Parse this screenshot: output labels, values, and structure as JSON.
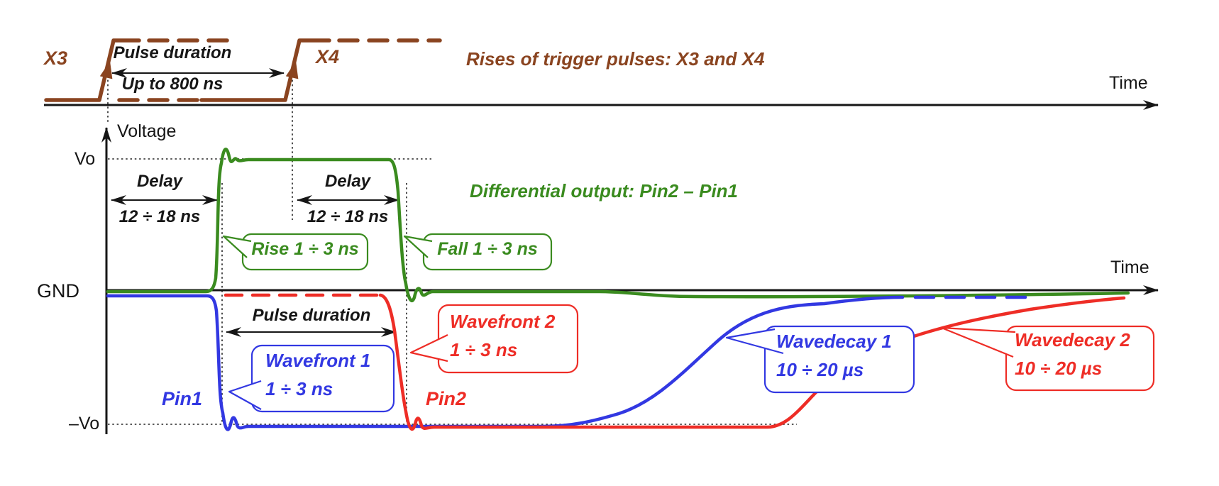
{
  "colors": {
    "brown": "#8a4420",
    "green": "#3a8b1f",
    "blue": "#3238e2",
    "red": "#ee2d26",
    "ink": "#161616"
  },
  "top_panel": {
    "x3_label": "X3",
    "x4_label": "X4",
    "pulse_duration_label": "Pulse duration",
    "pulse_duration_value": "Up to 800 ns",
    "title": "Rises of trigger pulses: X3 and X4",
    "time_label": "Time"
  },
  "output_panel": {
    "voltage_axis_label": "Voltage",
    "vo_label": "Vo",
    "gnd_label": "GND",
    "neg_vo_label": "–Vo",
    "time_label": "Time",
    "title": "Differential output: Pin2 – Pin1",
    "delay_left": {
      "label": "Delay",
      "value": "12 ÷ 18 ns"
    },
    "delay_right": {
      "label": "Delay",
      "value": "12 ÷ 18 ns"
    },
    "rise_callout": "Rise 1 ÷ 3 ns",
    "fall_callout": "Fall 1 ÷ 3 ns",
    "pulse_duration_label": "Pulse duration"
  },
  "pin_waveforms": {
    "pin1_label": "Pin1",
    "pin2_label": "Pin2",
    "wavefront1": {
      "title": "Wavefront 1",
      "value": "1 ÷ 3 ns"
    },
    "wavefront2": {
      "title": "Wavefront 2",
      "value": "1 ÷ 3 ns"
    },
    "wavedecay1": {
      "title": "Wavedecay 1",
      "value": "10 ÷ 20 µs"
    },
    "wavedecay2": {
      "title": "Wavedecay 2",
      "value": "10 ÷ 20 µs"
    }
  }
}
